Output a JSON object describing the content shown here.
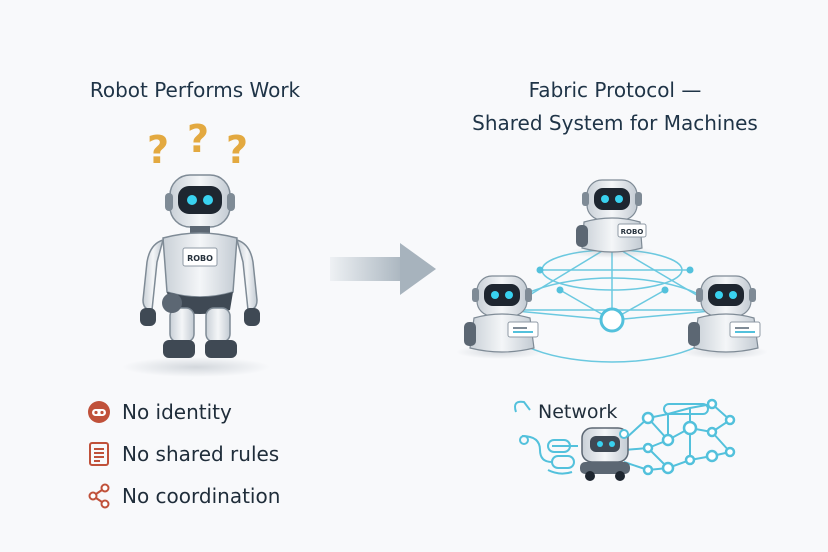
{
  "left_panel": {
    "title": "Robot Performs Work",
    "robot_badge": "ROBO",
    "features": [
      {
        "label": "No identity",
        "icon": "robot-face-icon"
      },
      {
        "label": "No shared rules",
        "icon": "document-icon"
      },
      {
        "label": "No coordination",
        "icon": "share-nodes-icon"
      }
    ]
  },
  "right_panel": {
    "title_line1": "Fabric Protocol —",
    "title_line2": "Shared System for Machines",
    "top_robot_badge": "ROBO",
    "network_label": "Network"
  },
  "colors": {
    "title_text": "#1f3447",
    "icon_red": "#c0513a",
    "question_marks": "#e3a940",
    "network_cyan": "#53c1dc",
    "robot_eyes": "#39d2f0"
  }
}
